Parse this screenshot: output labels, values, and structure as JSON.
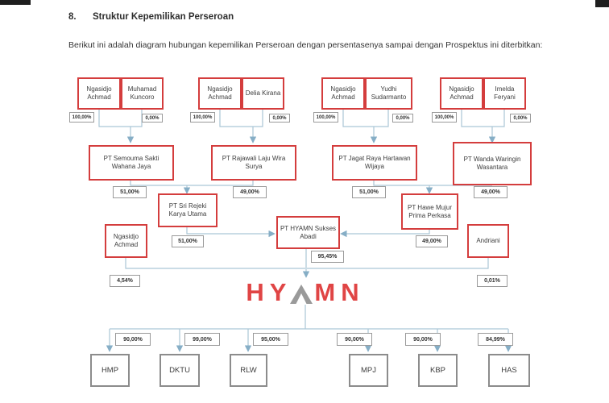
{
  "page": {
    "section_number": "8.",
    "section_title": "Struktur Kepemilikan Perseroan",
    "intro": "Berikut ini adalah diagram hubungan kepemilikan Perseroan dengan persentasenya sampai dengan Prospektus ini diterbitkan:"
  },
  "colors": {
    "node_border_red": "#d43d3d",
    "connector_line": "#abc6d6",
    "arrow": "#86aec6",
    "logo_red": "#e04545",
    "logo_gray": "#9a9a9a"
  },
  "diagram": {
    "top_pairs": [
      {
        "left": "Ngasidjo Achmad",
        "right": "Muhamad Kuncoro",
        "left_pct": "100,00%",
        "right_pct": "0,00%"
      },
      {
        "left": "Ngasidjo Achmad",
        "right": "Delia Kirana",
        "left_pct": "100,00%",
        "right_pct": "0,00%"
      },
      {
        "left": "Ngasidjo Achmad",
        "right": "Yudhi Sudarmanto",
        "left_pct": "100,00%",
        "right_pct": "0,00%"
      },
      {
        "left": "Ngasidjo Achmad",
        "right": "Imelda Feryani",
        "left_pct": "100,00%",
        "right_pct": "0,00%"
      }
    ],
    "holdcos": [
      {
        "name": "PT Semouma Sakti Wahana Jaya",
        "pct": "51,00%"
      },
      {
        "name": "PT Rajawali Laju Wira Surya",
        "pct": "49,00%"
      },
      {
        "name": "PT Jagat Raya Hartawan Wijaya",
        "pct": "51,00%"
      },
      {
        "name": "PT Wanda Waringin Wasantara",
        "pct": "49,00%"
      }
    ],
    "midcos": {
      "sri_rejeki": {
        "name": "PT Sri Rejeki Karya Utama",
        "pct": "51,00%"
      },
      "hawe_mujur": {
        "name": "PT Hawe Mujur Prima Perkasa",
        "pct": "49,00%"
      },
      "ngasidjo": {
        "name": "Ngasidjo Achmad",
        "pct": "4,54%"
      },
      "andriani": {
        "name": "Andriani",
        "pct": "0,01%"
      },
      "hyamn_abadi": {
        "name": "PT HYAMN Sukses Abadi",
        "pct": "95,45%"
      }
    },
    "logo": {
      "left": "HY",
      "right": "MN"
    },
    "subsidiaries": [
      {
        "code": "HMP",
        "pct": "90,00%"
      },
      {
        "code": "DKTU",
        "pct": "99,00%"
      },
      {
        "code": "RLW",
        "pct": "95,00%"
      },
      {
        "code": "MPJ",
        "pct": "90,00%"
      },
      {
        "code": "KBP",
        "pct": "90,00%"
      },
      {
        "code": "HAS",
        "pct": "84,99%"
      }
    ]
  }
}
